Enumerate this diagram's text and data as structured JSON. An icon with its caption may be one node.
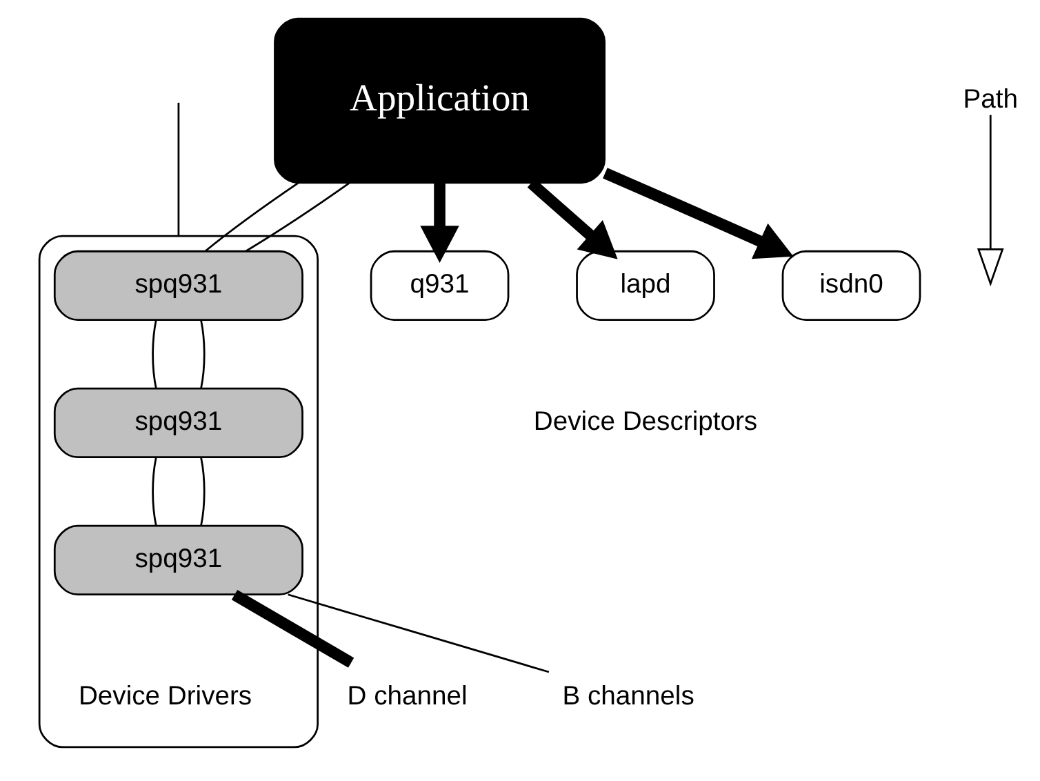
{
  "diagram": {
    "nodes": [
      {
        "text": [],
        "shape": "box"
      },
      {
        "text": [
          "Application"
        ]
      },
      {
        "text": [
          "q931"
        ]
      },
      {
        "text": [
          "lapd"
        ]
      },
      {
        "text": [
          "isdn0"
        ]
      },
      {
        "text": [
          "spq931"
        ],
        "in": 0
      },
      {
        "text": [
          "spq931"
        ],
        "in": 0
      },
      {
        "text": [
          "spq931"
        ],
        "in": 0
      },
      {
        "text": [
          "Path"
        ]
      },
      {
        "text": [
          "D channel"
        ]
      },
      {
        "text": [
          "B channels"
        ]
      }
    ],
    "edges": [
      {
        "from": 1,
        "to": 2,
        "arrow": "to",
        "style": "thick"
      },
      {
        "from": 1,
        "to": 3,
        "arrow": "to",
        "style": "thick"
      },
      {
        "from": 1,
        "to": 4,
        "arrow": "to",
        "style": "thick"
      },
      {
        "from": 1,
        "to": 5,
        "arrow": "none"
      },
      {
        "from": 1,
        "to": 5,
        "arrow": "none"
      },
      {
        "from": 5,
        "to": 6,
        "arrow": "none"
      },
      {
        "from": 5,
        "to": 6,
        "arrow": "none"
      },
      {
        "from": 6,
        "to": 7,
        "arrow": "none"
      },
      {
        "from": 6,
        "to": 7,
        "arrow": "none"
      },
      {
        "from": 8,
        "to": null,
        "arrow": "to"
      },
      {
        "from": 7,
        "to": 9,
        "arrow": "none",
        "style": "thick"
      },
      {
        "from": 7,
        "to": 10,
        "arrow": "none"
      },
      {
        "from": null,
        "to": 0,
        "arrow": "none"
      }
    ],
    "labels": [
      "Device Descriptors",
      "Device Drivers"
    ]
  }
}
